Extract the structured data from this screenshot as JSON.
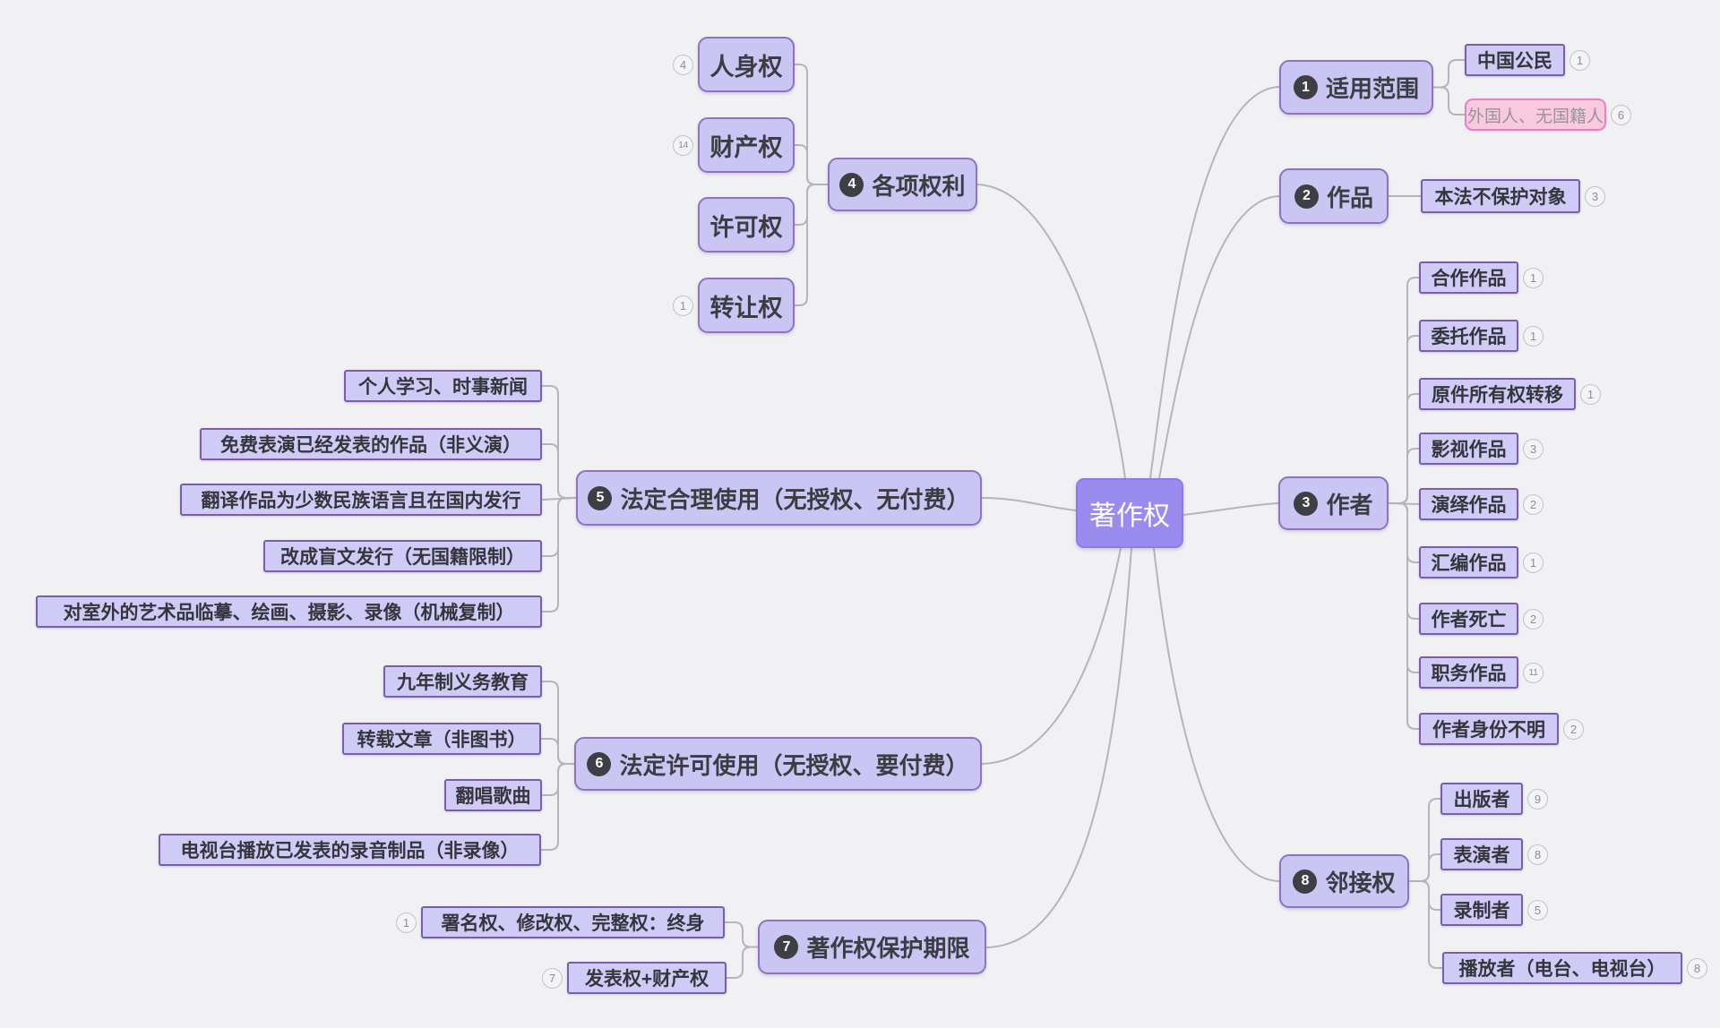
{
  "root": {
    "label": "著作权"
  },
  "branches": [
    {
      "id": "b1",
      "num": "1",
      "label": "适用范围",
      "children": [
        {
          "label": "中国公民",
          "badge": "1"
        },
        {
          "label": "外国人、无国籍人",
          "badge": "6"
        }
      ]
    },
    {
      "id": "b2",
      "num": "2",
      "label": "作品",
      "children": [
        {
          "label": "本法不保护对象",
          "badge": "3"
        }
      ]
    },
    {
      "id": "b3",
      "num": "3",
      "label": "作者",
      "children": [
        {
          "label": "合作作品",
          "badge": "1"
        },
        {
          "label": "委托作品",
          "badge": "1"
        },
        {
          "label": "原件所有权转移",
          "badge": "1"
        },
        {
          "label": "影视作品",
          "badge": "3"
        },
        {
          "label": "演绎作品",
          "badge": "2"
        },
        {
          "label": "汇编作品",
          "badge": "1"
        },
        {
          "label": "作者死亡",
          "badge": "2"
        },
        {
          "label": "职务作品",
          "badge": "11"
        },
        {
          "label": "作者身份不明",
          "badge": "2"
        }
      ]
    },
    {
      "id": "b4",
      "num": "4",
      "label": "各项权利",
      "children": [
        {
          "label": "人身权",
          "badge": "4"
        },
        {
          "label": "财产权",
          "badge": "14"
        },
        {
          "label": "许可权"
        },
        {
          "label": "转让权",
          "badge": "1"
        }
      ]
    },
    {
      "id": "b5",
      "num": "5",
      "label": "法定合理使用（无授权、无付费）",
      "children": [
        {
          "label": "个人学习、时事新闻"
        },
        {
          "label": "免费表演已经发表的作品（非义演）"
        },
        {
          "label": "翻译作品为少数民族语言且在国内发行"
        },
        {
          "label": "改成盲文发行（无国籍限制）"
        },
        {
          "label": "对室外的艺术品临摹、绘画、摄影、录像（机械复制）"
        }
      ]
    },
    {
      "id": "b6",
      "num": "6",
      "label": "法定许可使用（无授权、要付费）",
      "children": [
        {
          "label": "九年制义务教育"
        },
        {
          "label": "转载文章（非图书）"
        },
        {
          "label": "翻唱歌曲"
        },
        {
          "label": "电视台播放已发表的录音制品（非录像）"
        }
      ]
    },
    {
      "id": "b7",
      "num": "7",
      "label": "著作权保护期限",
      "children": [
        {
          "label": "署名权、修改权、完整权：终身",
          "badge": "1"
        },
        {
          "label": "发表权+财产权",
          "badge": "7"
        }
      ]
    },
    {
      "id": "b8",
      "num": "8",
      "label": "邻接权",
      "children": [
        {
          "label": "出版者",
          "badge": "9"
        },
        {
          "label": "表演者",
          "badge": "8"
        },
        {
          "label": "录制者",
          "badge": "5"
        },
        {
          "label": "播放者（电台、电视台）",
          "badge": "8"
        }
      ]
    }
  ],
  "colors": {
    "background": "#f1f1f3",
    "root_fill": "#9a8cee",
    "branch_fill": "#cac5f3",
    "branch_border": "#8f74bd",
    "leaf_fill": "#cfcaf6",
    "leaf_border": "#7a5fa8",
    "pink_fill": "#f9c9de",
    "pink_border": "#ea7ec5",
    "edge": "#b5b5b9"
  }
}
